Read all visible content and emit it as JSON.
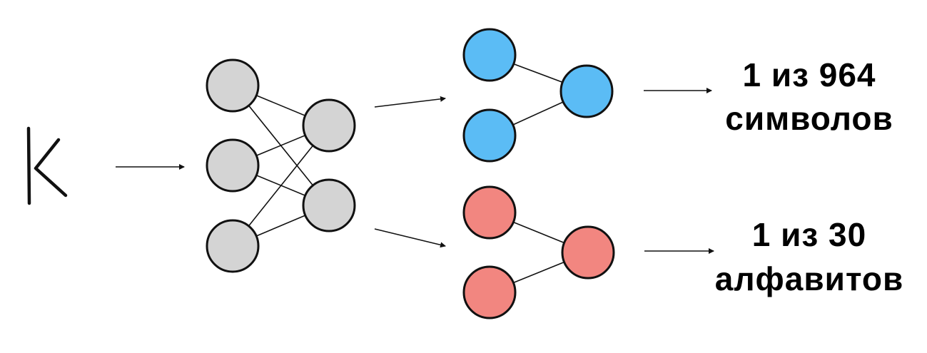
{
  "colors": {
    "input_nodes": "#d4d4d4",
    "top_head_nodes": "#5bbcf5",
    "bottom_head_nodes": "#f28680",
    "lines": "#111111",
    "background": "#ffffff"
  },
  "outputs": {
    "symbols": {
      "line1": "1 из 964",
      "line2": "символов"
    },
    "alphabets": {
      "line1": "1 из 30",
      "line2": "алфавитов"
    }
  }
}
